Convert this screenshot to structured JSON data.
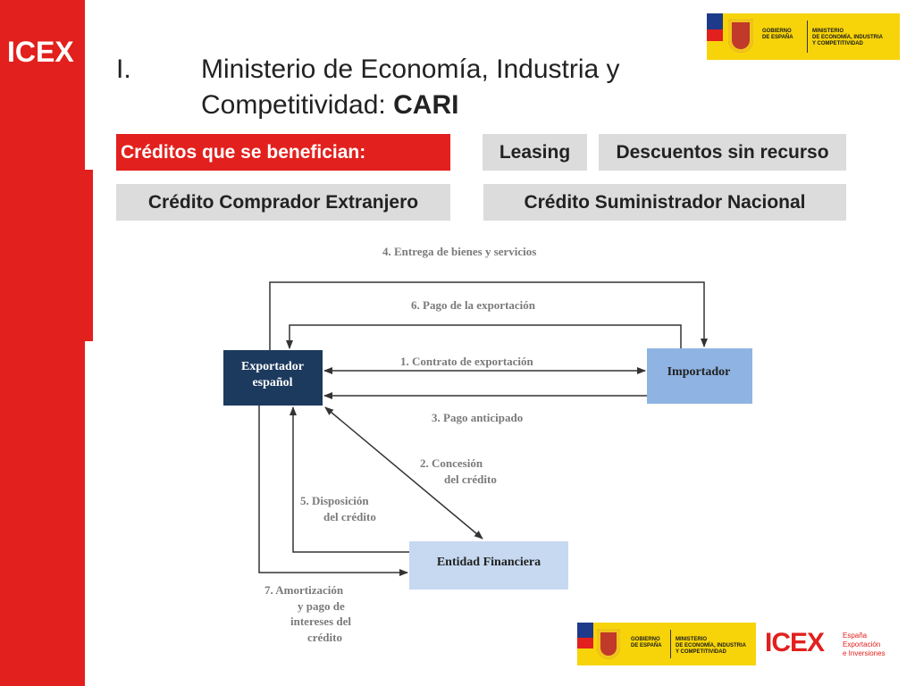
{
  "sidebar": {
    "logo": "ICEX"
  },
  "title": {
    "number": "I.",
    "line1": "Ministerio de Economía, Industria y",
    "line2_plain": "Competitividad: ",
    "line2_bold": "CARI"
  },
  "gov_banner": {
    "gobierno": "GOBIERNO\nDE ESPAÑA",
    "ministerio": "MINISTERIO\nDE ECONOMÍA, INDUSTRIA\nY COMPETITIVIDAD"
  },
  "boxes": {
    "creditos": "Créditos que se benefician:",
    "leasing": "Leasing",
    "descuentos": "Descuentos sin recurso",
    "comprador": "Crédito Comprador Extranjero",
    "suministrador": "Crédito Suministrador Nacional"
  },
  "diagram": {
    "nodes": {
      "exportador_1": "Exportador",
      "exportador_2": "español",
      "importador": "Importador",
      "entidad": "Entidad Financiera"
    },
    "edges": {
      "e4": "4.  Entrega de bienes y servicios",
      "e6": "6.  Pago de la exportación",
      "e1": "1.  Contrato de exportación",
      "e3": "3.  Pago anticipado",
      "e2_1": "2.  Concesión",
      "e2_2": "del crédito",
      "e5_1": "5.  Disposición",
      "e5_2": "del crédito",
      "e7_1": "7.  Amortización",
      "e7_2": "y pago de",
      "e7_3": "intereses del",
      "e7_4": "crédito"
    },
    "colors": {
      "exportador": "#1c3a5e",
      "importador": "#8fb4e3",
      "entidad": "#c6d9f1",
      "arrow": "#333333"
    }
  },
  "footer": {
    "gobierno": "GOBIERNO\nDE ESPAÑA",
    "ministerio": "MINISTERIO\nDE ECONOMÍA, INDUSTRIA\nY COMPETITIVIDAD",
    "icex": "ICEX",
    "icex_sub": "España\nExportación\ne Inversiones"
  }
}
